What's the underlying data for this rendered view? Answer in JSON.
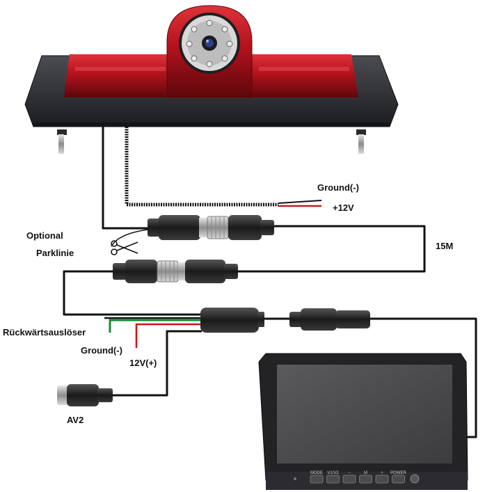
{
  "labels": {
    "ground_top": "Ground(-)",
    "plus12v_top": "+12V",
    "optional": "Optional",
    "parklinie": "Parklinie",
    "cable_length": "15M",
    "reverse_trigger": "Rückwärtsauslöser",
    "ground_bottom": "Ground(-)",
    "plus12v_bottom": "12V(+)",
    "av2": "AV2"
  },
  "monitor_buttons": [
    "MODE",
    "V1/V2",
    "−",
    "M",
    "+",
    "POWER"
  ],
  "icons": {
    "scissors": "scissors-icon"
  },
  "colors": {
    "lamp_red": "#b3121c",
    "housing": "#2b2d31",
    "cable": "#111111",
    "wire_red": "#d0121b",
    "wire_green": "#1a8a3a",
    "screen": "#4b4b4d"
  }
}
